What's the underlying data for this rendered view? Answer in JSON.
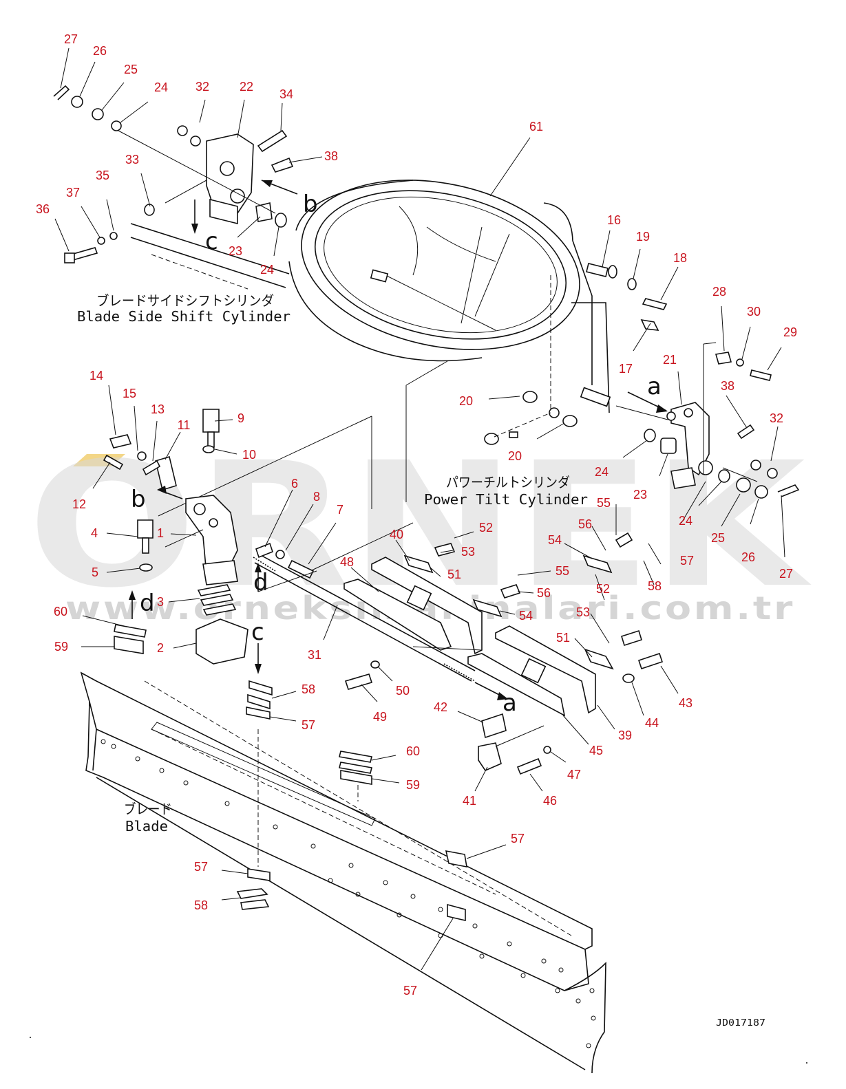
{
  "captions": {
    "blade_side_shift_jp": "ブレードサイドシフトシリンダ",
    "blade_side_shift_en": "Blade Side Shift Cylinder",
    "power_tilt_jp": "パワーチルトシリンダ",
    "power_tilt_en": "Power Tilt Cylinder",
    "blade_jp": "ブレード",
    "blade_en": "Blade"
  },
  "view_letters": {
    "a1": "a",
    "a2": "a",
    "b1": "b",
    "b2": "b",
    "c1": "c",
    "c2": "c",
    "d1": "d",
    "d2": "d"
  },
  "drawing_id": "JD017187",
  "watermark": {
    "brand": "ORNEK",
    "url": "www.orneksimakinalari.com.tr"
  },
  "colors": {
    "part_number": "#c8141e",
    "line": "#111111",
    "watermark": "#d8d8d8",
    "watermark_accent": "#f2d27a"
  },
  "part_numbers": {
    "n27_top": "27",
    "n26_top": "26",
    "n25_top": "25",
    "n24_top": "24",
    "n32_top": "32",
    "n22": "22",
    "n34": "34",
    "n38_top": "38",
    "n33": "33",
    "n35": "35",
    "n37": "37",
    "n36": "36",
    "n23_top": "23",
    "n24_mid": "24",
    "n61": "61",
    "n16": "16",
    "n19": "19",
    "n18": "18",
    "n17": "17",
    "n28": "28",
    "n30": "30",
    "n29": "29",
    "n21": "21",
    "n38_right": "38",
    "n32_right": "32",
    "n20_a": "20",
    "n20_b": "20",
    "n24_right": "24",
    "n23_right": "23",
    "n24_right2": "24",
    "n25_right": "25",
    "n26_right": "26",
    "n27_right": "27",
    "n14": "14",
    "n15": "15",
    "n13": "13",
    "n11": "11",
    "n9": "9",
    "n10": "10",
    "n12": "12",
    "n6": "6",
    "n8": "8",
    "n7": "7",
    "n4": "4",
    "n1": "1",
    "n5": "5",
    "n3": "3",
    "n60_left": "60",
    "n59_left": "59",
    "n2": "2",
    "n31": "31",
    "n48": "48",
    "n40": "40",
    "n52_top": "52",
    "n53_top": "53",
    "n51_top": "51",
    "n55_right": "55",
    "n56_right": "56",
    "n54_right": "54",
    "n57_right": "57",
    "n58_right": "58",
    "n55_mid": "55",
    "n56_mid": "56",
    "n54_mid": "54",
    "n52_mid": "52",
    "n53_mid": "53",
    "n51_mid": "51",
    "n43": "43",
    "n44": "44",
    "n39": "39",
    "n45": "45",
    "n49": "49",
    "n50": "50",
    "n42": "42",
    "n47": "47",
    "n46": "46",
    "n41": "41",
    "n58_c": "58",
    "n57_c": "57",
    "n60_mid": "60",
    "n59_mid": "59",
    "n57_blade_r": "57",
    "n57_blade_l": "57",
    "n58_blade_l": "58",
    "n57_bottom": "57"
  }
}
